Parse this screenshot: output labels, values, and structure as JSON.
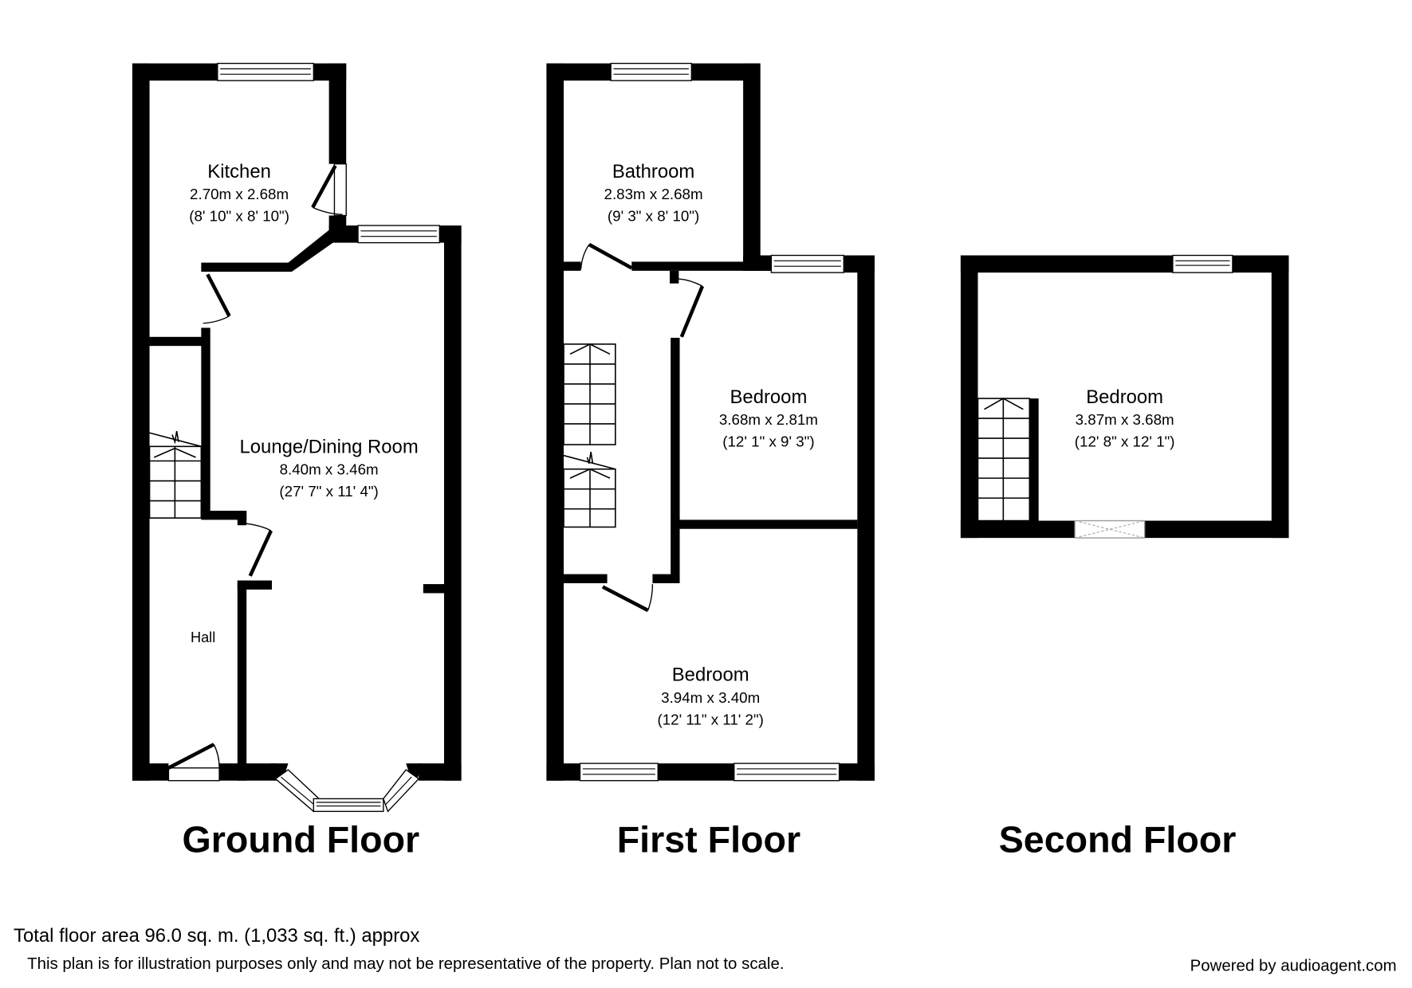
{
  "floors": [
    {
      "title": "Ground Floor",
      "rooms": [
        {
          "name": "Kitchen",
          "metric": "2.70m x 2.68m",
          "imperial": "(8' 10\" x 8' 10\")"
        },
        {
          "name": "Lounge/Dining Room",
          "metric": "8.40m x 3.46m",
          "imperial": "(27' 7\" x 11' 4\")"
        },
        {
          "name": "Hall"
        }
      ]
    },
    {
      "title": "First Floor",
      "rooms": [
        {
          "name": "Bathroom",
          "metric": "2.83m x 2.68m",
          "imperial": "(9' 3\" x 8' 10\")"
        },
        {
          "name": "Bedroom",
          "metric": "3.68m x 2.81m",
          "imperial": "(12' 1\" x 9' 3\")"
        },
        {
          "name": "Bedroom",
          "metric": "3.94m x 3.40m",
          "imperial": "(12' 11\" x 11' 2\")"
        }
      ]
    },
    {
      "title": "Second Floor",
      "rooms": [
        {
          "name": "Bedroom",
          "metric": "3.87m x 3.68m",
          "imperial": "(12' 8\" x 12' 1\")"
        }
      ]
    }
  ],
  "footer": {
    "total_area": "Total floor area 96.0 sq. m. (1,033 sq. ft.) approx",
    "disclaimer": "This plan is for illustration purposes only and may not be representative of the property. Plan not to scale.",
    "powered_by": "Powered by audioagent.com"
  },
  "colors": {
    "wall": "#000000",
    "background": "#ffffff"
  }
}
